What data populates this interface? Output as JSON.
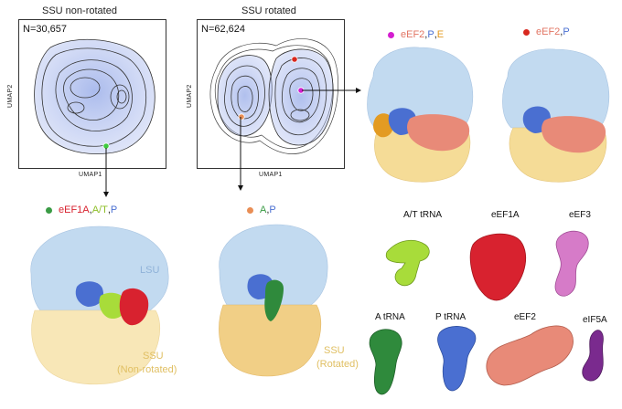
{
  "panels": [
    {
      "title": "SSU non-rotated",
      "n_label": "N=30,657",
      "xaxis": "UMAP1",
      "yaxis": "UMAP2"
    },
    {
      "title": "SSU rotated",
      "n_label": "N=62,624",
      "xaxis": "UMAP1",
      "yaxis": "UMAP2"
    }
  ],
  "legends": {
    "top_left": {
      "dot": "#d41ed0",
      "parts": [
        {
          "text": "eEF2",
          "color": "#e27563"
        },
        {
          "text": ", ",
          "color": "#333333"
        },
        {
          "text": "P",
          "color": "#4a6fd1"
        },
        {
          "text": ", ",
          "color": "#333333"
        },
        {
          "text": "E",
          "color": "#e39b22"
        }
      ]
    },
    "top_right": {
      "dot": "#d8281f",
      "parts": [
        {
          "text": "eEF2",
          "color": "#e27563"
        },
        {
          "text": ", ",
          "color": "#333333"
        },
        {
          "text": "P",
          "color": "#4a6fd1"
        }
      ]
    },
    "bottom_left": {
      "dot": "#3a9b45",
      "parts": [
        {
          "text": "eEF1A",
          "color": "#d8222f"
        },
        {
          "text": ", ",
          "color": "#333333"
        },
        {
          "text": "A/T",
          "color": "#8fbf2a"
        },
        {
          "text": ", ",
          "color": "#333333"
        },
        {
          "text": "P",
          "color": "#4a6fd1"
        }
      ]
    },
    "bottom_mid": {
      "dot": "#e98e55",
      "parts": [
        {
          "text": "A",
          "color": "#3a9b45"
        },
        {
          "text": ", ",
          "color": "#333333"
        },
        {
          "text": "P",
          "color": "#4a6fd1"
        }
      ]
    }
  },
  "map_labels": {
    "lsu": "LSU",
    "ssu_nonrot_1": "SSU",
    "ssu_nonrot_2": "(Non-rotated)",
    "ssu_rot_1": "SSU",
    "ssu_rot_2": "(Rotated)"
  },
  "molecules": {
    "at_trna": "A/T tRNA",
    "eef1a": "eEF1A",
    "eef3": "eEF3",
    "a_trna": "A tRNA",
    "p_trna": "P tRNA",
    "eef2": "eEF2",
    "eif5a": "eIF5A"
  },
  "colors": {
    "lsu": "#bcd6ef",
    "ssu": "#f5dc97",
    "density": "#8ea4e6",
    "p_site": "#4a6fd1",
    "a_site": "#3a9b45",
    "at_trna": "#a8dc3a",
    "eef1a": "#d8222f",
    "eef2": "#e88a78",
    "eef3": "#d67bc8",
    "eif5a": "#7a2a8e",
    "e_site": "#e39b22"
  }
}
